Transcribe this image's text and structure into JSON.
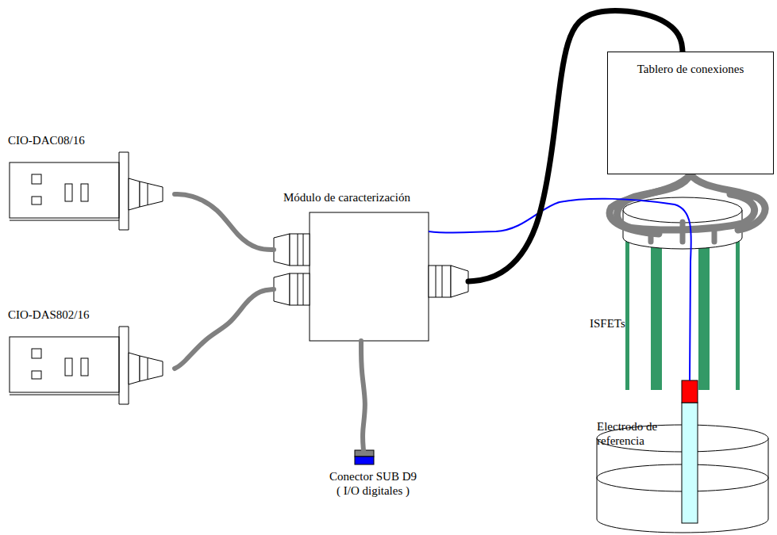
{
  "diagram": {
    "nodes": [
      {
        "text": [
          "Tablero de conexiones"
        ]
      },
      {
        "text": [
          "CIO-DAC08/16"
        ]
      },
      {
        "text": [
          "Módulo de caracterización"
        ]
      },
      {
        "text": [
          "CIO-DAS802/16"
        ]
      },
      {
        "text": [
          "Conector SUB D9 ( I/O digitales )"
        ]
      }
    ],
    "edges": [
      {
        "from": 1,
        "to": 2,
        "arrow": "none"
      },
      {
        "from": 3,
        "to": 2,
        "arrow": "none"
      },
      {
        "from": 2,
        "to": 0,
        "arrow": "none"
      },
      {
        "from": 2,
        "to": 4,
        "arrow": "none"
      }
    ],
    "labels": [
      "ISFETs",
      "Electrodo de referencia"
    ]
  }
}
